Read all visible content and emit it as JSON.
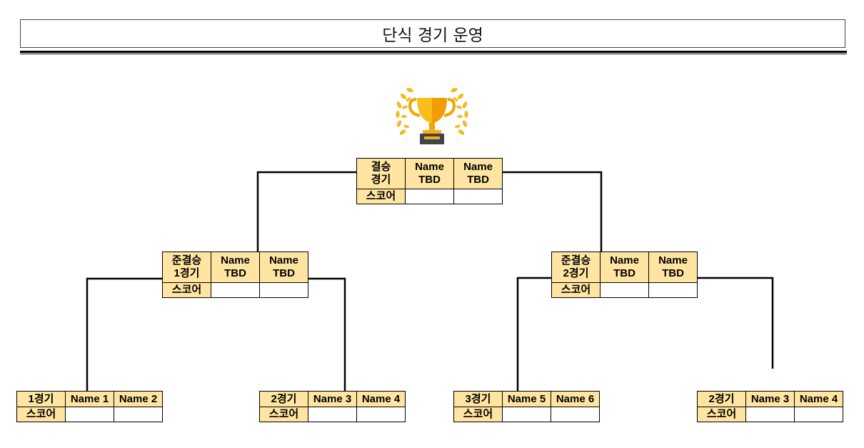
{
  "header": {
    "title": "단식 경기 운영"
  },
  "colors": {
    "cell_fill": "#ffe5a1",
    "line": "#000000",
    "trophy": "#f5b400"
  },
  "trophy": {
    "icon": "trophy-with-laurel-icon"
  },
  "final": {
    "label_line1": "결승",
    "label_line2": "경기",
    "player1_line1": "Name",
    "player1_line2": "TBD",
    "player2_line1": "Name",
    "player2_line2": "TBD",
    "score_label": "스코어"
  },
  "semi1": {
    "label_line1": "준결승",
    "label_line2": "1경기",
    "player1_line1": "Name",
    "player1_line2": "TBD",
    "player2_line1": "Name",
    "player2_line2": "TBD",
    "score_label": "스코어"
  },
  "semi2": {
    "label_line1": "준결승",
    "label_line2": "2경기",
    "player1_line1": "Name",
    "player1_line2": "TBD",
    "player2_line1": "Name",
    "player2_line2": "TBD",
    "score_label": "스코어"
  },
  "round1": [
    {
      "label": "1경기",
      "player1": "Name 1",
      "player2": "Name 2",
      "score_label": "스코어"
    },
    {
      "label": "2경기",
      "player1": "Name 3",
      "player2": "Name 4",
      "score_label": "스코어"
    },
    {
      "label": "3경기",
      "player1": "Name 5",
      "player2": "Name 6",
      "score_label": "스코어"
    },
    {
      "label": "2경기",
      "player1": "Name 3",
      "player2": "Name 4",
      "score_label": "스코어"
    }
  ]
}
